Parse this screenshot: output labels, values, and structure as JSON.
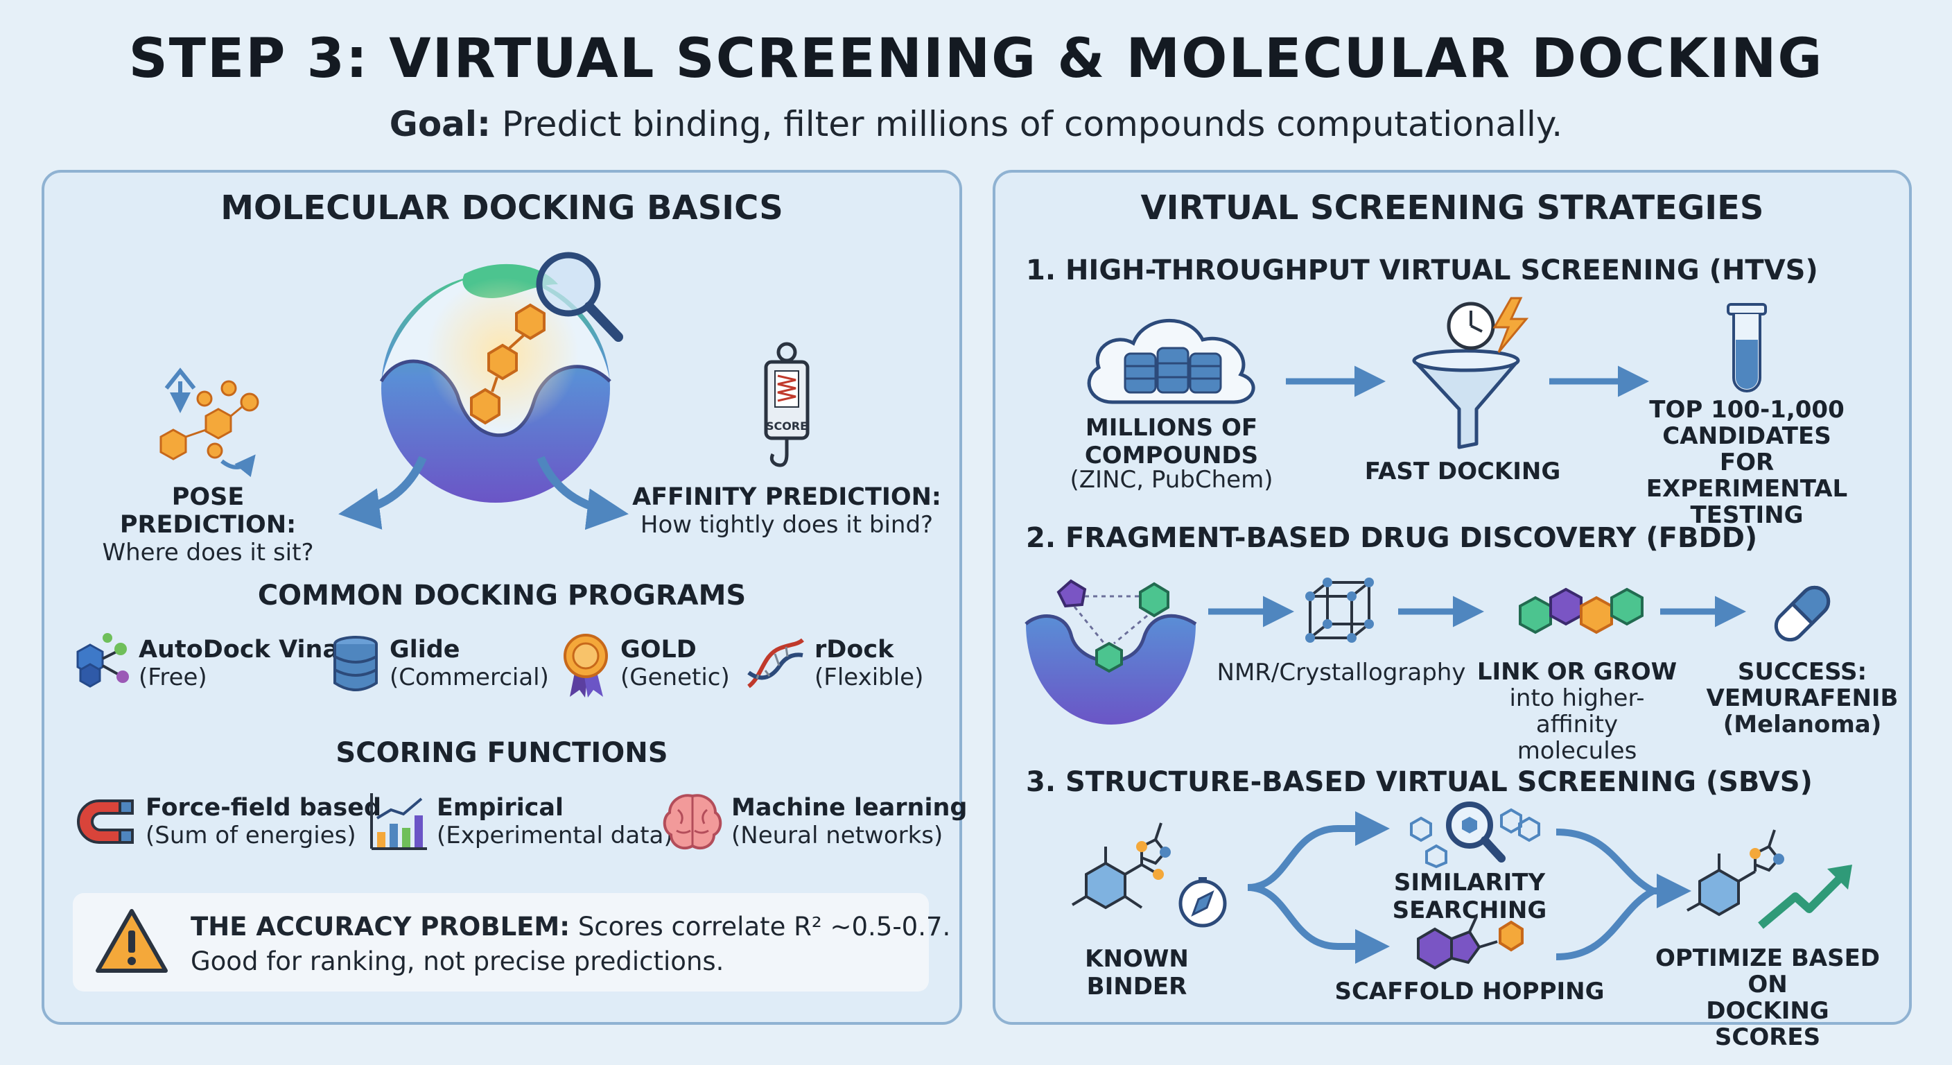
{
  "header": {
    "title": "STEP 3: VIRTUAL SCREENING & MOLECULAR DOCKING",
    "goal_label": "Goal:",
    "goal_text": "Predict binding, filter millions of compounds computationally."
  },
  "left_panel": {
    "title": "MOLECULAR DOCKING BASICS",
    "pose": {
      "title": "POSE PREDICTION:",
      "subtitle": "Where does it sit?"
    },
    "affinity": {
      "title": "AFFINITY PREDICTION:",
      "subtitle": "How tightly does it bind?",
      "scale_label": "SCORE"
    },
    "programs_title": "COMMON DOCKING PROGRAMS",
    "programs": [
      {
        "name": "AutoDock Vina",
        "note": "(Free)",
        "icon": "molecule-icon"
      },
      {
        "name": "Glide",
        "note": "(Commercial)",
        "icon": "database-icon"
      },
      {
        "name": "GOLD",
        "note": "(Genetic)",
        "icon": "medal-icon"
      },
      {
        "name": "rDock",
        "note": "(Flexible)",
        "icon": "dna-icon"
      }
    ],
    "scoring_title": "SCORING FUNCTIONS",
    "scoring": [
      {
        "name": "Force-field based",
        "note": "(Sum of energies)",
        "icon": "magnet-icon"
      },
      {
        "name": "Empirical",
        "note": "(Experimental data)",
        "icon": "bar-chart-icon"
      },
      {
        "name": "Machine learning",
        "note": "(Neural networks)",
        "icon": "brain-icon"
      }
    ],
    "warning": {
      "title": "THE ACCURACY PROBLEM:",
      "text1": "Scores correlate R² ~0.5-0.7.",
      "text2": "Good for ranking, not precise predictions."
    }
  },
  "right_panel": {
    "title": "VIRTUAL SCREENING STRATEGIES",
    "htvs": {
      "title": "1. HIGH-THROUGHPUT VIRTUAL SCREENING (HTVS)",
      "step1_line1": "MILLIONS OF",
      "step1_line2": "COMPOUNDS",
      "step1_line3": "(ZINC, PubChem)",
      "step2": "FAST DOCKING",
      "step3_line1": "TOP 100-1,000",
      "step3_line2": "CANDIDATES FOR",
      "step3_line3": "EXPERIMENTAL",
      "step3_line4": "TESTING"
    },
    "fbdd": {
      "title": "2. FRAGMENT-BASED DRUG DISCOVERY (FBDD)",
      "step1": "NMR/Crystallography",
      "step2_line1": "LINK OR GROW",
      "step2_line2": "into higher-affinity",
      "step2_line3": "molecules",
      "step3_line1": "SUCCESS:",
      "step3_line2": "VEMURAFENIB",
      "step3_line3": "(Melanoma)"
    },
    "sbvs": {
      "title": "3. STRUCTURE-BASED VIRTUAL SCREENING (SBVS)",
      "known_binder": "KNOWN BINDER",
      "similarity": "SIMILARITY SEARCHING",
      "scaffold": "SCAFFOLD HOPPING",
      "optimize_line1": "OPTIMIZE BASED ON",
      "optimize_line2": "DOCKING SCORES"
    }
  },
  "colors": {
    "background": "#e6f0f8",
    "panel_border": "#8fb2d2",
    "arrow": "#4f86bf",
    "ligand_orange": "#f0a030",
    "protein_purple": "#6a5fc4",
    "protein_green": "#4dbb8a"
  }
}
